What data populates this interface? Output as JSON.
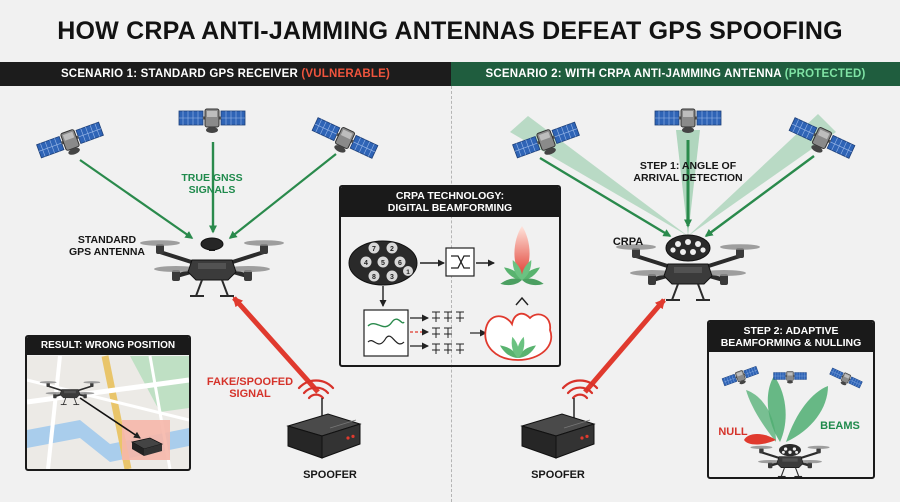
{
  "title": "HOW CRPA ANTI-JAMMING ANTENNAS DEFEAT GPS SPOOFING",
  "scenario1": {
    "label": "SCENARIO 1: STANDARD GPS RECEIVER",
    "status": "(VULNERABLE)",
    "true_signals_line1": "TRUE GNSS",
    "true_signals_line2": "SIGNALS",
    "antenna_line1": "STANDARD",
    "antenna_line2": "GPS ANTENNA",
    "fake_line1": "FAKE/SPOOFED",
    "fake_line2": "SIGNAL",
    "spoofer": "SPOOFER",
    "result_title": "RESULT: WRONG POSITION"
  },
  "scenario2": {
    "label": "SCENARIO 2: WITH CRPA ANTI-JAMMING ANTENNA",
    "status": "(PROTECTED)",
    "step1_line1": "STEP 1: ANGLE OF",
    "step1_line2": "ARRIVAL DETECTION",
    "crpa": "CRPA",
    "spoofer": "SPOOFER",
    "step2_line1": "STEP 2: ADAPTIVE",
    "step2_line2": "BEAMFORMING & NULLING",
    "null_label": "NULL",
    "beams_label": "BEAMS"
  },
  "center_box": {
    "title_line1": "CRPA TECHNOLOGY:",
    "title_line2": "DIGITAL BEAMFORMING",
    "element_numbers": [
      "1",
      "2",
      "3",
      "4",
      "5",
      "6",
      "7",
      "8"
    ]
  },
  "colors": {
    "true_signal": "#2a8a4c",
    "fake_signal": "#e03a2e",
    "banner_left": "#1c1c1c",
    "banner_right": "#1f5d3e",
    "vulnerable": "#f0543d",
    "protected": "#7fe2a4"
  },
  "icons": [
    "satellite-icon",
    "drone-icon",
    "spoofer-box-icon",
    "wifi-waves-icon",
    "crpa-array-icon",
    "switch-icon",
    "radiation-pattern-icon",
    "map-icon",
    "wrong-location-icon"
  ]
}
